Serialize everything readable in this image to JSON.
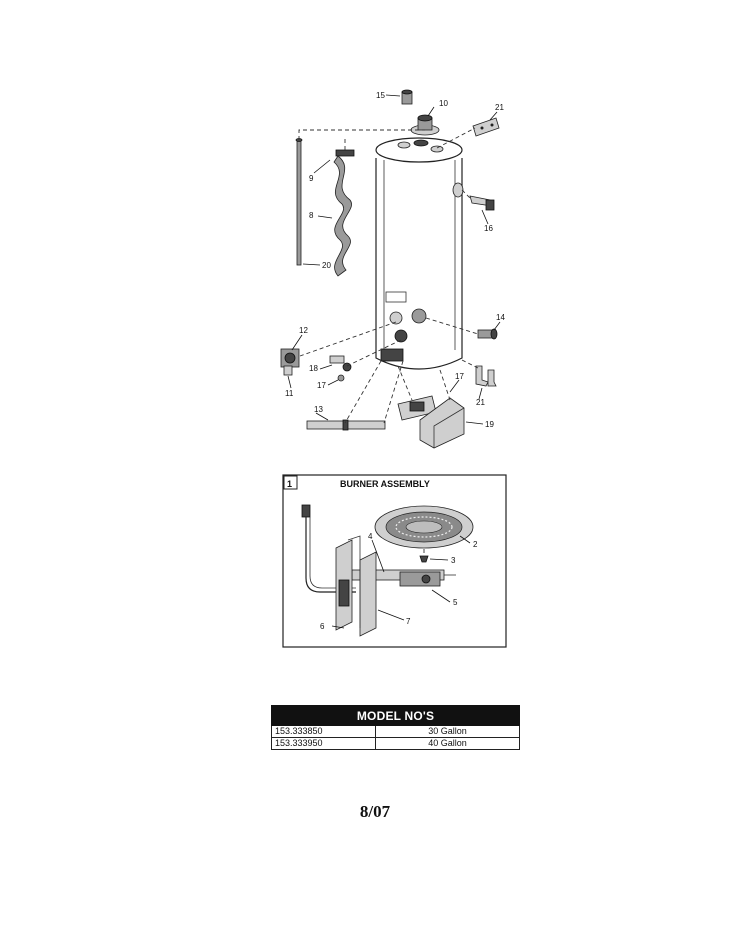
{
  "callouts": {
    "c15": "15",
    "c10": "10",
    "c21a": "21",
    "c9": "9",
    "c16": "16",
    "c8": "8",
    "c20": "20",
    "c14": "14",
    "c12": "12",
    "c18": "18",
    "c11": "11",
    "c17a": "17",
    "c17b": "17",
    "c21b": "21",
    "c13": "13",
    "c19": "19"
  },
  "burner_assembly": {
    "box_number": "1",
    "title": "BURNER ASSEMBLY",
    "callouts": {
      "c2": "2",
      "c3": "3",
      "c4": "4",
      "c5": "5",
      "c6": "6",
      "c7": "7"
    }
  },
  "model_table": {
    "header": "MODEL NO'S",
    "rows": [
      {
        "model": "153.333850",
        "capacity": "30 Gallon"
      },
      {
        "model": "153.333950",
        "capacity": "40 Gallon"
      }
    ]
  },
  "footer_date": "8/07"
}
